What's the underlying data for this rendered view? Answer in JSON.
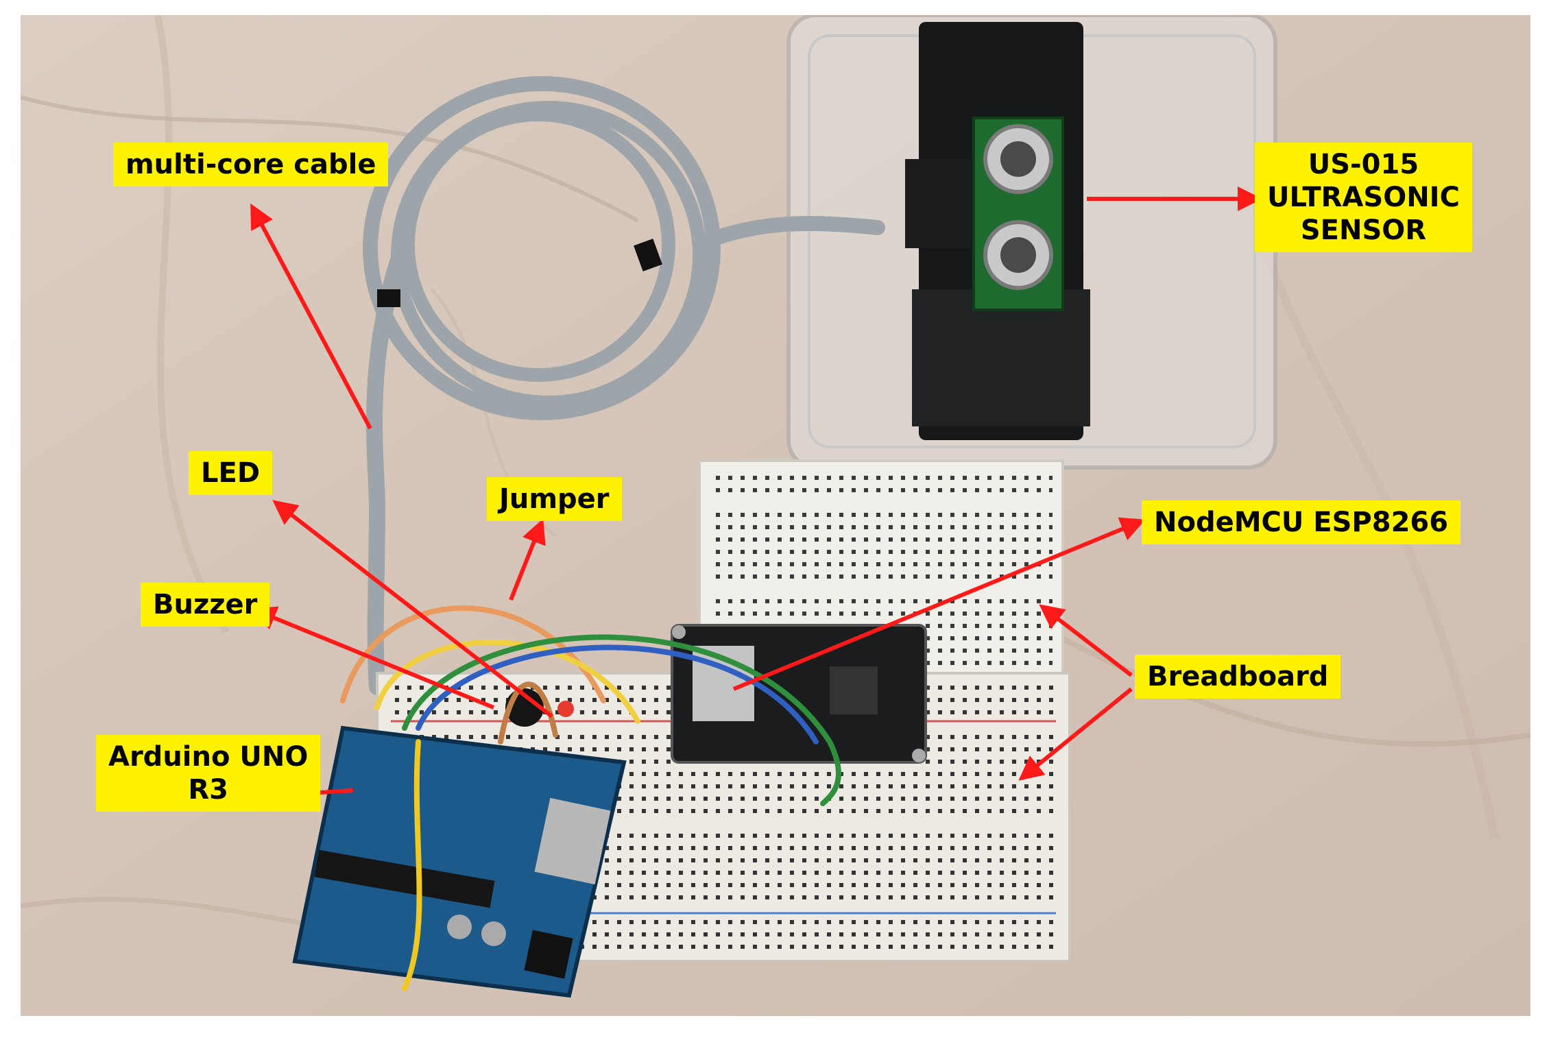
{
  "labels": {
    "multicore": "multi-core cable",
    "sensor": [
      "US-015",
      "ULTRASONIC",
      "SENSOR"
    ],
    "led": "LED",
    "jumper": "Jumper",
    "nodemcu": "NodeMCU ESP8266",
    "buzzer": "Buzzer",
    "breadboard": "Breadboard",
    "arduino": [
      "Arduino UNO",
      "R3"
    ]
  },
  "colors": {
    "label_bg": "#fff200",
    "arrow": "#ff1a1a",
    "marble": "#d8c9bd",
    "arduino_board": "#1d5a8c",
    "sensor_pcb": "#1f6b2f",
    "breadboard": "#f1efe9",
    "cable": "#9ea5aa"
  }
}
